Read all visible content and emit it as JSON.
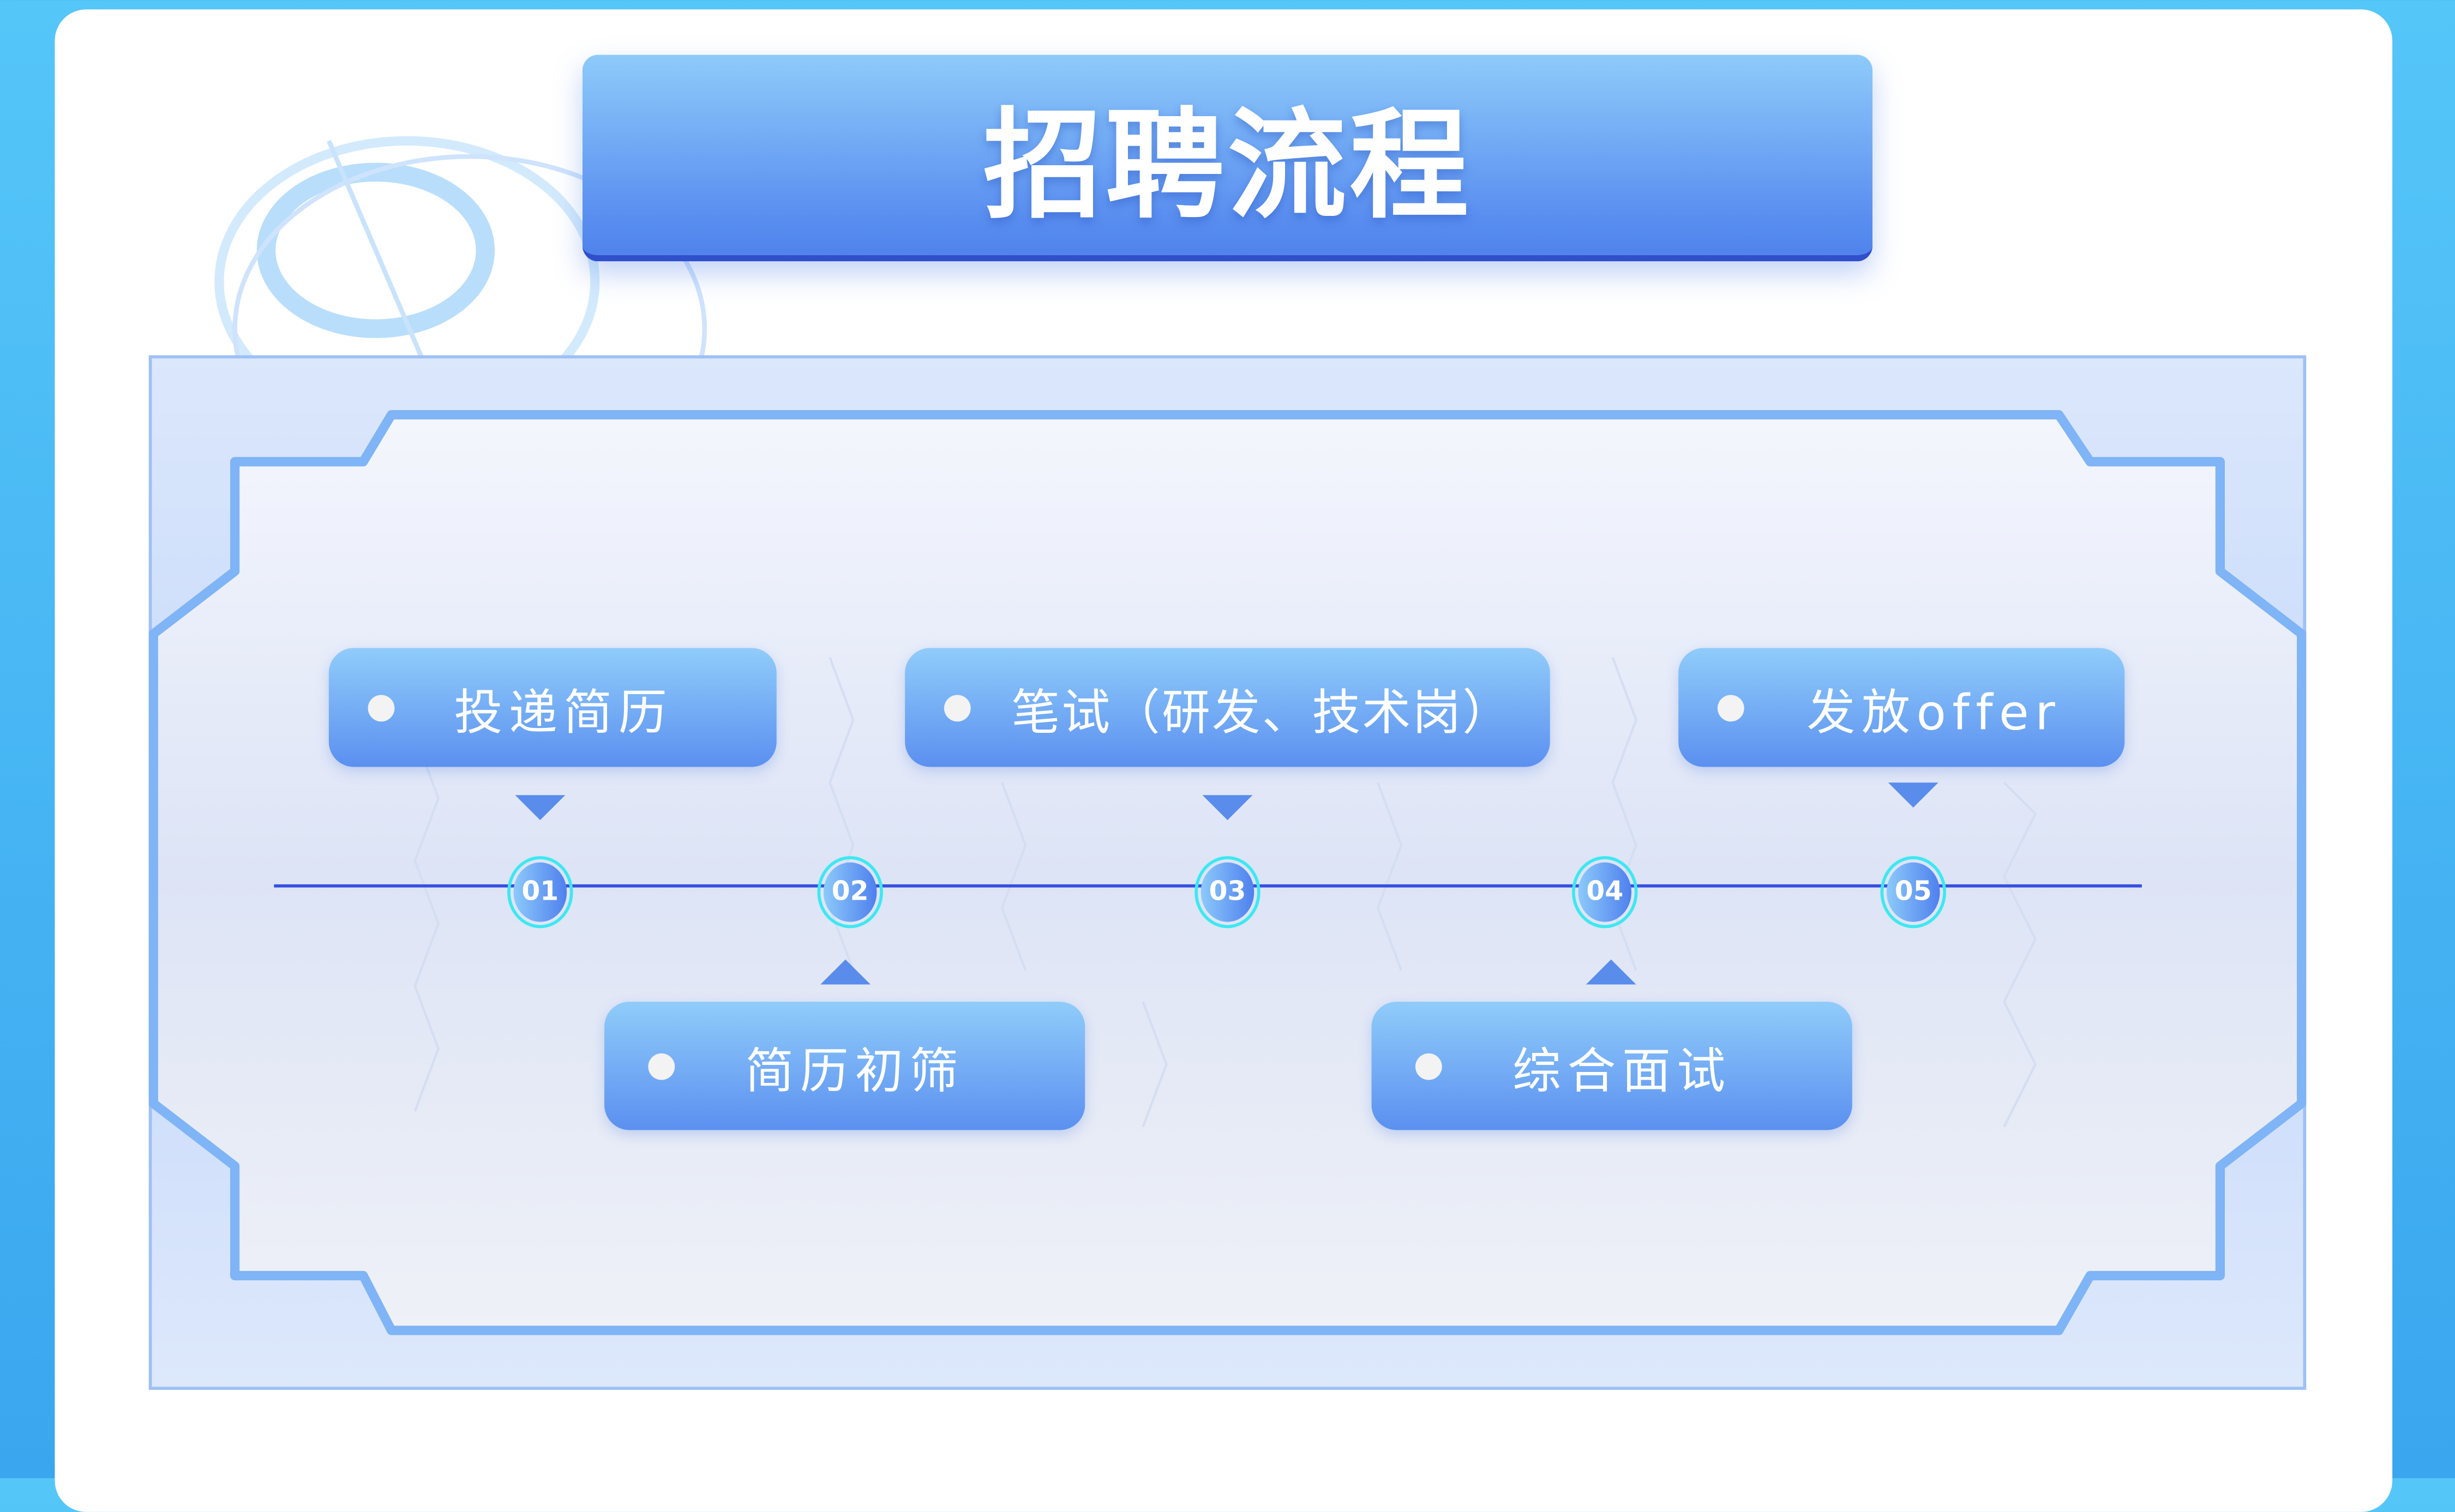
{
  "title": "招聘流程",
  "steps_top": [
    {
      "label": "投递简历"
    },
    {
      "label": "笔试（研发、技术岗）"
    },
    {
      "label": "发放offer"
    }
  ],
  "steps_bottom": [
    {
      "label": "简历初筛"
    },
    {
      "label": "综合面试"
    }
  ],
  "nodes": [
    "01",
    "02",
    "03",
    "04",
    "05"
  ],
  "colors": {
    "accent": "#5a8cec",
    "ring": "#3ee8f0",
    "line": "#3550e0",
    "background": "#4fc3f7"
  }
}
